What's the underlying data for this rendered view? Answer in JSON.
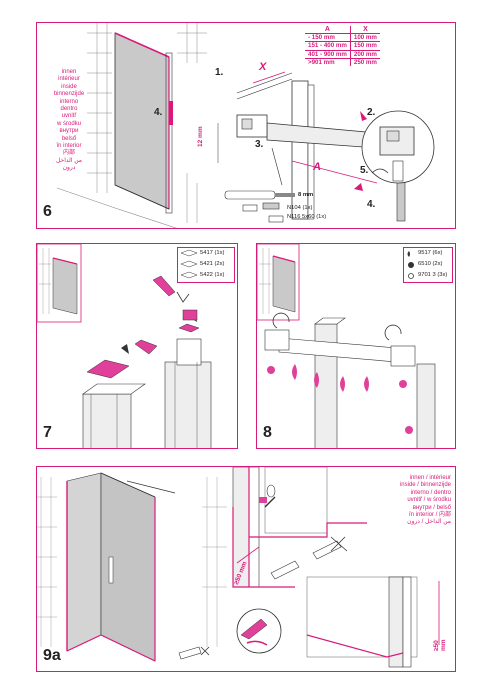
{
  "panel6": {
    "step": "6",
    "inside_lines": [
      "innen",
      "intérieur",
      "inside",
      "binnenzijde",
      "interno",
      "dentro",
      "uvnitř",
      "w środku",
      "внутри",
      "belső",
      "în interior",
      "内部",
      "من الداخل",
      "درون"
    ],
    "table": {
      "headers": [
        "A",
        "X"
      ],
      "rows": [
        [
          "- 150 mm",
          "100 mm"
        ],
        [
          "151 - 400 mm",
          "150 mm"
        ],
        [
          "401 - 900 mm",
          "200 mm"
        ],
        [
          ">901 mm",
          "250 mm"
        ]
      ]
    },
    "callouts": [
      "1.",
      "2.",
      "3.",
      "4.",
      "4.",
      "5."
    ],
    "dim_12": "12 mm",
    "var_x": "X",
    "var_a": "A",
    "parts": [
      "8 mm",
      "N104 (1x)",
      "N116 5x60 (1x)"
    ]
  },
  "panel7": {
    "step": "7",
    "parts": [
      "5417 (1x)",
      "5421 (2x)",
      "5422 (1x)"
    ]
  },
  "panel8": {
    "step": "8",
    "parts": [
      "9517 (6x)",
      "6510 (2x)",
      "9701 3 (3x)"
    ]
  },
  "panel9a": {
    "step": "9a",
    "inside_lines": [
      "innen / intérieur",
      "inside / binnenzijde",
      "interno / dentro",
      "uvnitř / w środku",
      "внутри / belső",
      "în interior / 内部",
      "من الداخل / درون"
    ],
    "dim_1": "≥50 mm",
    "dim_2": "≥50 mm"
  },
  "colors": {
    "accent": "#d81b7a",
    "line": "#333333",
    "glass": "#c9c9c9"
  }
}
